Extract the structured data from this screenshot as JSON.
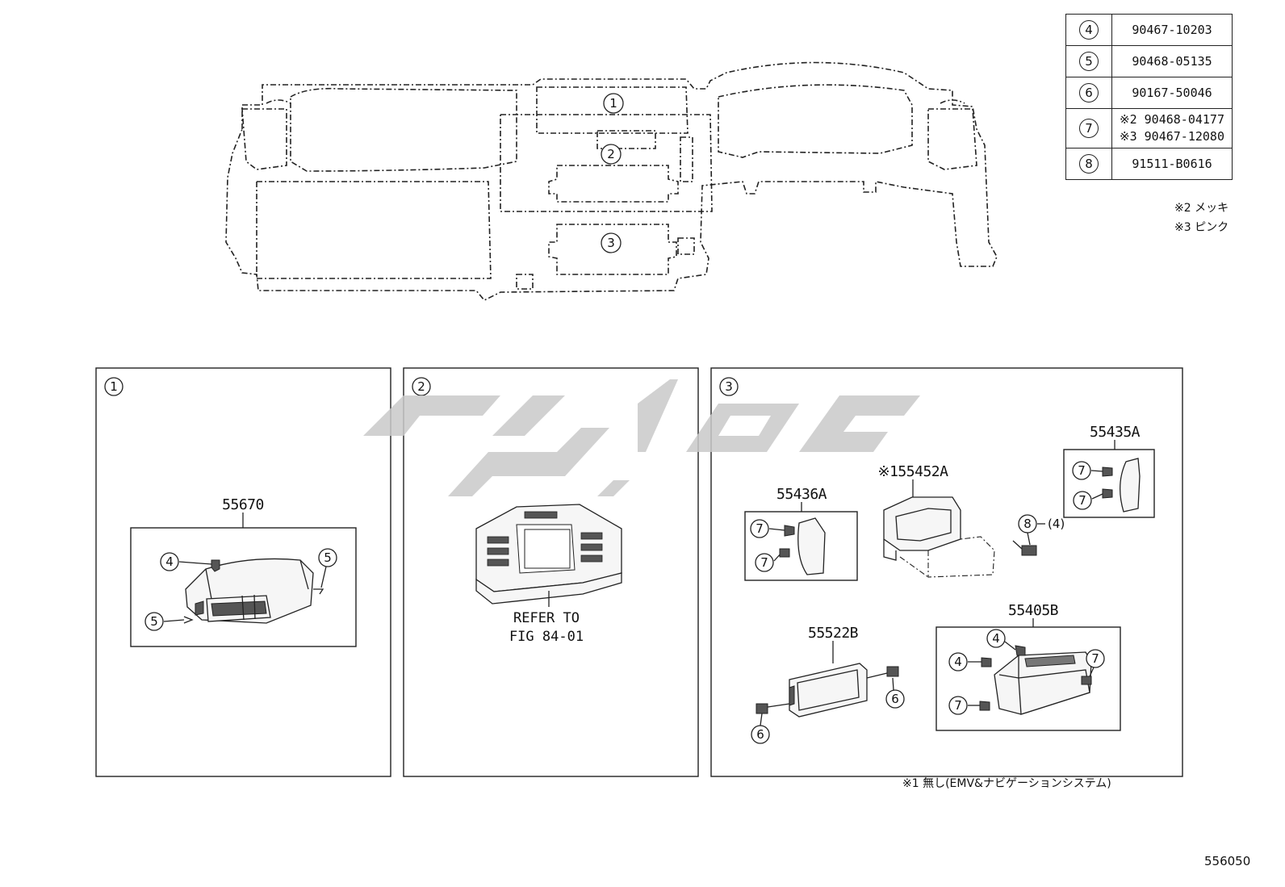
{
  "parts_table": [
    {
      "callout": "4",
      "part_numbers": [
        "90467-10203"
      ]
    },
    {
      "callout": "5",
      "part_numbers": [
        "90468-05135"
      ]
    },
    {
      "callout": "6",
      "part_numbers": [
        "90167-50046"
      ]
    },
    {
      "callout": "7",
      "part_numbers": [
        "※2 90468-04177",
        "※3 90467-12080"
      ]
    },
    {
      "callout": "8",
      "part_numbers": [
        "91511-B0616"
      ]
    }
  ],
  "legend": [
    "※2 メッキ",
    "※3 ピンク"
  ],
  "overview_callouts": [
    "1",
    "2",
    "3"
  ],
  "panels": {
    "p1": {
      "number": "1",
      "part": "55670",
      "callouts": [
        "4",
        "5",
        "5"
      ]
    },
    "p2": {
      "number": "2",
      "refer_line1": "REFER TO",
      "refer_line2": "FIG 84-01"
    },
    "p3": {
      "number": "3",
      "parts": {
        "a": "55436A",
        "b": "※155452A",
        "c": "55435A",
        "d": "55522B",
        "e": "55405B"
      },
      "qty": "(4)",
      "callouts": {
        "c7": "7",
        "c8": "8",
        "c6": "6",
        "c4": "4"
      }
    }
  },
  "footnote": "※1 無し(EMV&ナビゲーションシステム)",
  "figure_number": "556050",
  "colors": {
    "line": "#222222",
    "watermark": "#c9c9c9"
  }
}
